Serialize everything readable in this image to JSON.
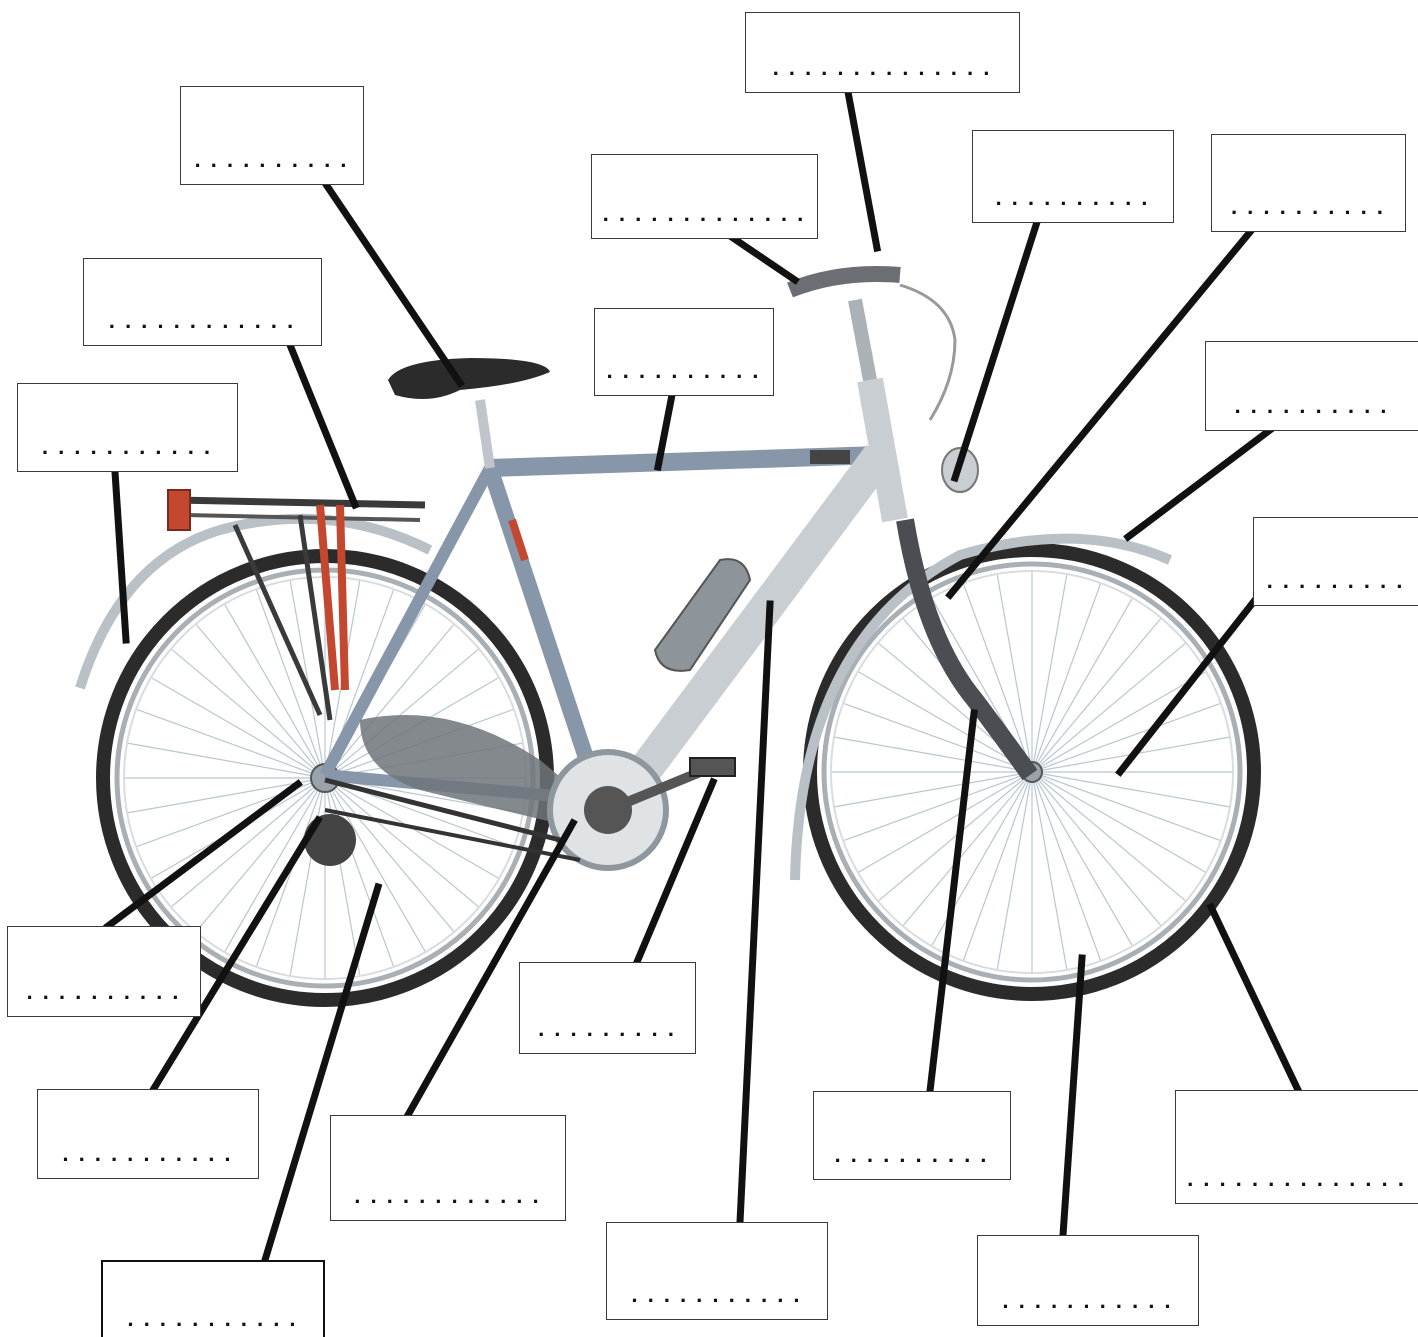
{
  "labels": [
    {
      "id": "saddle",
      "text": ".........."
    },
    {
      "id": "rear-carrier",
      "text": "............"
    },
    {
      "id": "rear-mudguard",
      "text": "..........."
    },
    {
      "id": "handlebar-grip",
      "text": "............."
    },
    {
      "id": "brake-lever",
      "text": ".............."
    },
    {
      "id": "top-tube",
      "text": ".........."
    },
    {
      "id": "headlight",
      "text": ".........."
    },
    {
      "id": "front-brake",
      "text": ".........."
    },
    {
      "id": "front-mudguard",
      "text": ".........."
    },
    {
      "id": "spokes",
      "text": "........."
    },
    {
      "id": "rear-hub",
      "text": ".........."
    },
    {
      "id": "derailleur",
      "text": "..........."
    },
    {
      "id": "chain",
      "text": "..........."
    },
    {
      "id": "chainring",
      "text": "............"
    },
    {
      "id": "pedal",
      "text": "........."
    },
    {
      "id": "down-tube",
      "text": "..........."
    },
    {
      "id": "fork",
      "text": ".........."
    },
    {
      "id": "front-tyre",
      "text": "..........."
    },
    {
      "id": "rim",
      "text": ".............."
    }
  ],
  "colors": {
    "frame": "#8796a8",
    "frame_light": "#c9ced3",
    "tyre": "#2b2b2b",
    "spoke": "#b7c7d2",
    "reflector": "#c4472f",
    "leader": "#111111"
  }
}
